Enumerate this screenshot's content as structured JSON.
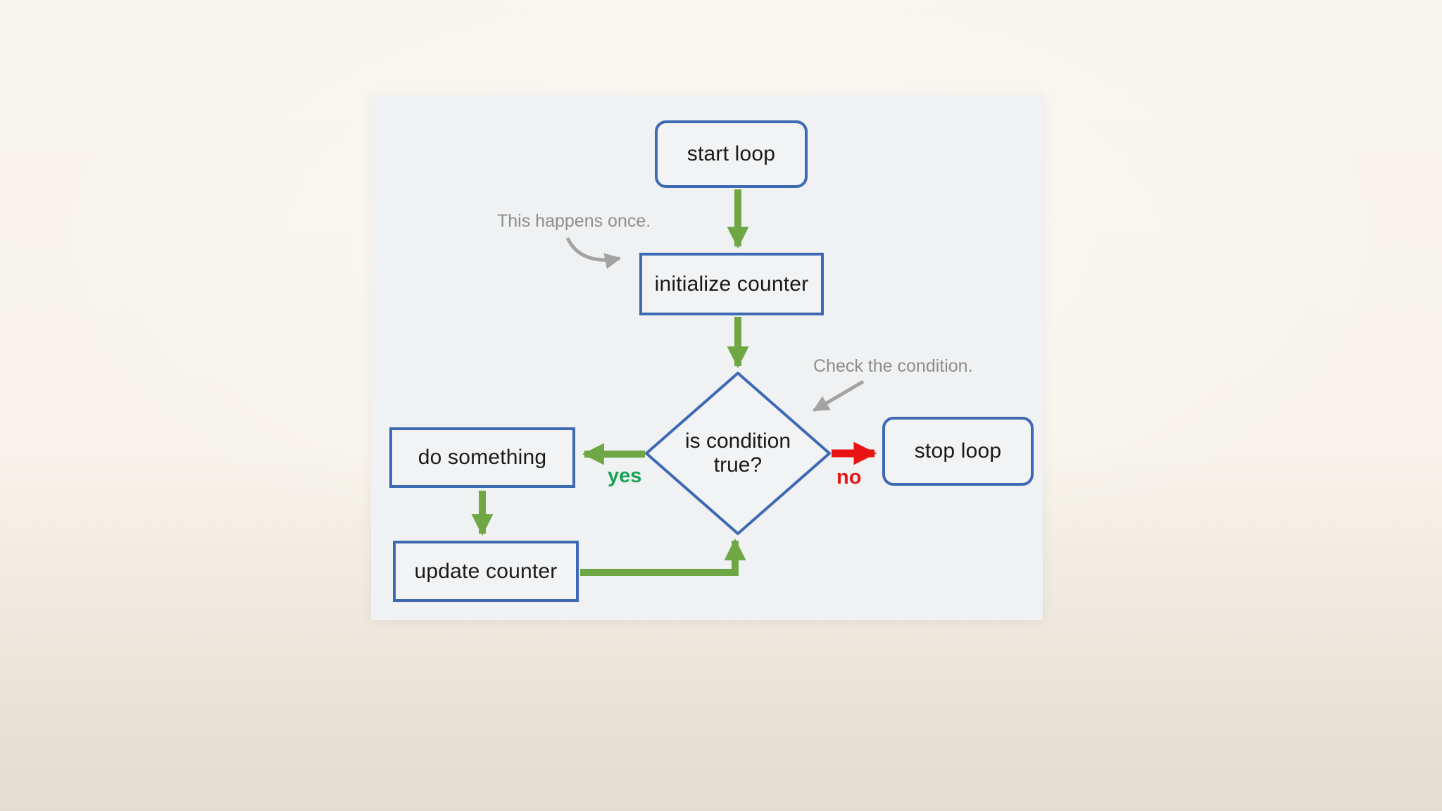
{
  "flowchart": {
    "nodes": {
      "start": {
        "label": "start loop",
        "shape": "rounded-rect"
      },
      "init": {
        "label": "initialize counter",
        "shape": "rect"
      },
      "cond": {
        "line1": "is condition",
        "line2": "true?",
        "shape": "diamond"
      },
      "do": {
        "label": "do something",
        "shape": "rect"
      },
      "update": {
        "label": "update counter",
        "shape": "rect"
      },
      "stop": {
        "label": "stop loop",
        "shape": "rounded-rect"
      }
    },
    "edges": {
      "yes_label": "yes",
      "no_label": "no"
    },
    "annotations": {
      "once": "This happens once.",
      "check": "Check the condition."
    },
    "colors": {
      "node_border_blue": "#3e6ab4",
      "arrow_green": "#6ea743",
      "yes_label_green": "#15a254",
      "arrow_red": "#e81414",
      "no_label_red": "#e61717",
      "annotation_gray": "#8e8e8e",
      "node_text": "#1a1a1a",
      "panel_background": "#f0f1f2",
      "page_background": "#f6f2ea"
    }
  }
}
